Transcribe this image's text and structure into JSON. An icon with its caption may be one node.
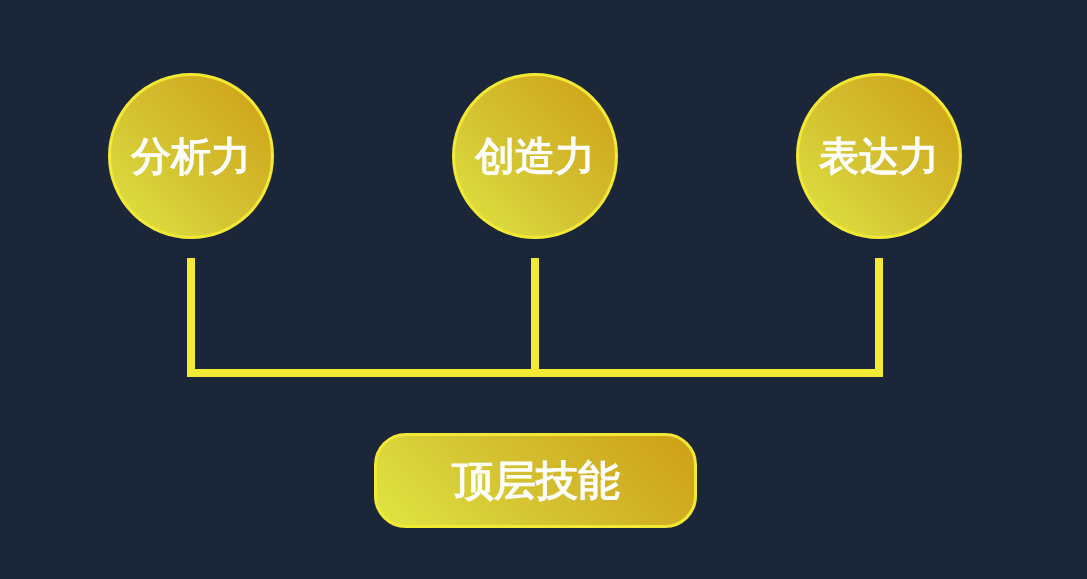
{
  "diagram": {
    "nodes": [
      {
        "text": [
          "分析力"
        ]
      },
      {
        "text": [
          "创造力"
        ]
      },
      {
        "text": [
          "表达力"
        ]
      },
      {
        "text": [
          "顶层技能"
        ]
      }
    ]
  }
}
